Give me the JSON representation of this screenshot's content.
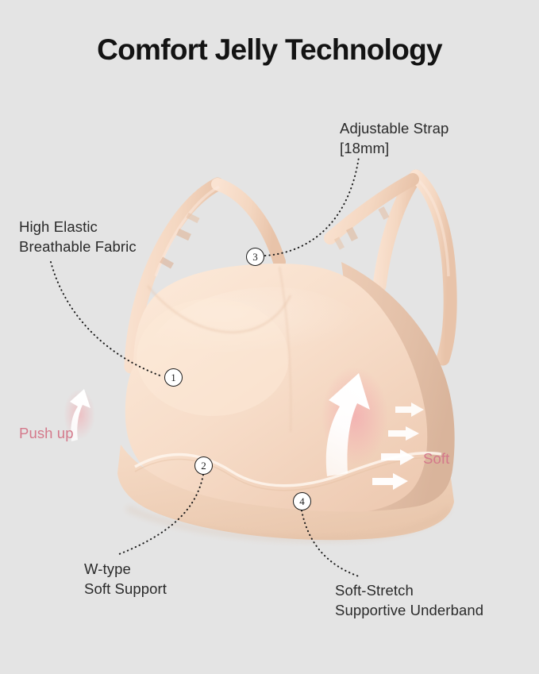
{
  "page": {
    "title": "Comfort Jelly Technology",
    "background_color": "#e4e4e4",
    "title_color": "#131313",
    "product": "seamless wireless push-up bra",
    "product_color": "#f6dcc6",
    "product_shadow_color": "#e3c0a8",
    "accent_color": "#d4798b",
    "arrow_color": "#ffffff"
  },
  "callouts": [
    {
      "number": "1",
      "label": "High Elastic\nBreathable Fabric",
      "badge_position": "left-cup",
      "label_position": "top-left"
    },
    {
      "number": "2",
      "label": "W-type\nSoft Support",
      "badge_position": "underband-left",
      "label_position": "bottom-left"
    },
    {
      "number": "3",
      "label": "Adjustable Strap\n[18mm]",
      "badge_position": "strap",
      "label_position": "top-right"
    },
    {
      "number": "4",
      "label": "Soft-Stretch\nSupportive Underband",
      "badge_position": "underband-right",
      "label_position": "bottom-right"
    }
  ],
  "accents": [
    {
      "label": "Push up",
      "icon": "up-arrow-icon",
      "position": "left-cup-edge"
    },
    {
      "label": "Soft",
      "icon": "left-arrows-icon",
      "position": "right-side-band"
    }
  ]
}
